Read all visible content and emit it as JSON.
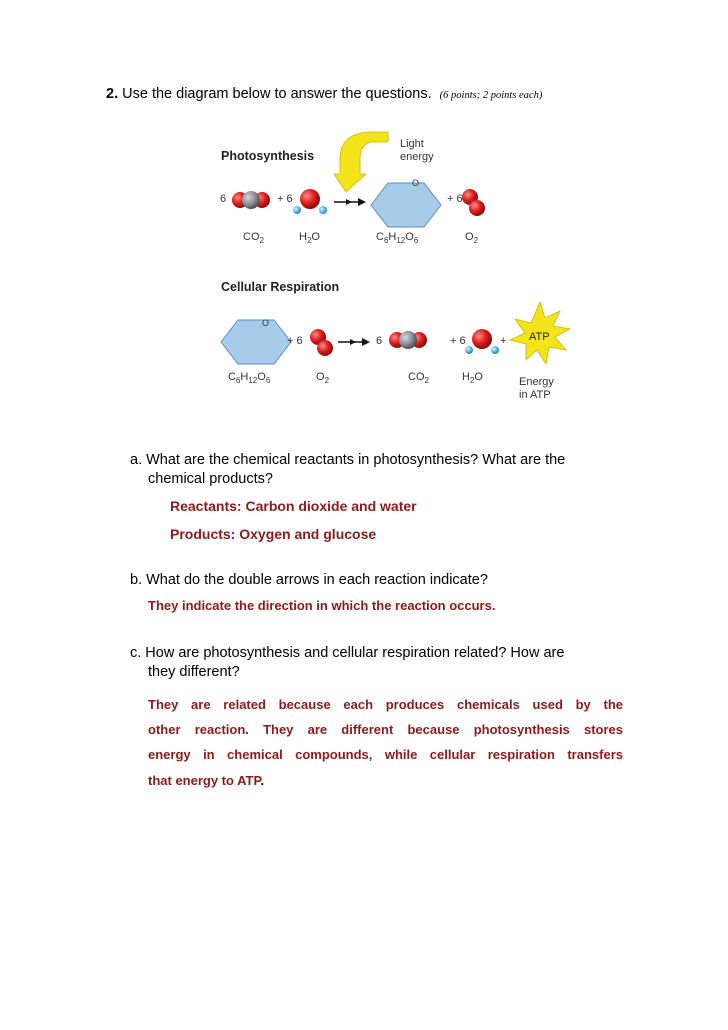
{
  "question": {
    "number": "2.",
    "text": "Use the diagram below to answer the questions.",
    "points": "(6 points; 2 points each)"
  },
  "diagram": {
    "photosynthesis": {
      "title": "Photosynthesis",
      "light_label_1": "Light",
      "light_label_2": "energy",
      "coef_co2": "6",
      "plus_1": "+ 6",
      "plus_2": "+ 6",
      "ring_o": "O",
      "labels": {
        "co2": "CO",
        "co2_sub": "2",
        "h2o_h": "H",
        "h2o_sub": "2",
        "h2o_o": "O",
        "glucose": "C",
        "g_sub1": "6",
        "g_h": "H",
        "g_sub2": "12",
        "g_o": "O",
        "g_sub3": "6",
        "o2": "O",
        "o2_sub": "2"
      }
    },
    "respiration": {
      "title": "Cellular Respiration",
      "ring_o": "O",
      "plus_o2": "+ 6",
      "coef_co2": "6",
      "plus_h2o": "+ 6",
      "plus_atp": "+",
      "atp_label": "ATP",
      "energy_1": "Energy",
      "energy_2": "in ATP",
      "labels": {
        "glucose": "C",
        "g_sub1": "6",
        "g_h": "H",
        "g_sub2": "12",
        "g_o": "O",
        "g_sub3": "6",
        "o2": "O",
        "o2_sub": "2",
        "co2": "CO",
        "co2_sub": "2",
        "h2o_h": "H",
        "h2o_sub": "2",
        "h2o_o": "O"
      }
    }
  },
  "sub_a": {
    "line1": "a. What are the chemical reactants in photosynthesis? What are the",
    "line2": "chemical products?",
    "answer1": "Reactants: Carbon dioxide and water",
    "answer2": "Products: Oxygen and glucose"
  },
  "sub_b": {
    "line1": "b. What do the double arrows in each reaction indicate?",
    "answer": "They indicate the direction in which the reaction occurs."
  },
  "sub_c": {
    "line1": "c. How are photosynthesis and cellular respiration related? How are",
    "line2": "they different?",
    "answer_lines": [
      "They are related because each produces chemicals used by the",
      "other reaction. They are different because photosynthesis stores",
      "energy in chemical compounds, while cellular respiration transfers"
    ],
    "answer_last": "that energy to ATP",
    "answer_end": "."
  },
  "colors": {
    "answer": "#8b1a1a",
    "oxygen": "#d81f1f",
    "hydrogen": "#5bb8e8",
    "carbon": "#8a8f96",
    "glucose_fill": "#a7cbe8",
    "glucose_stroke": "#5f8fb8",
    "light": "#f2e419",
    "atp": "#f2e419"
  }
}
